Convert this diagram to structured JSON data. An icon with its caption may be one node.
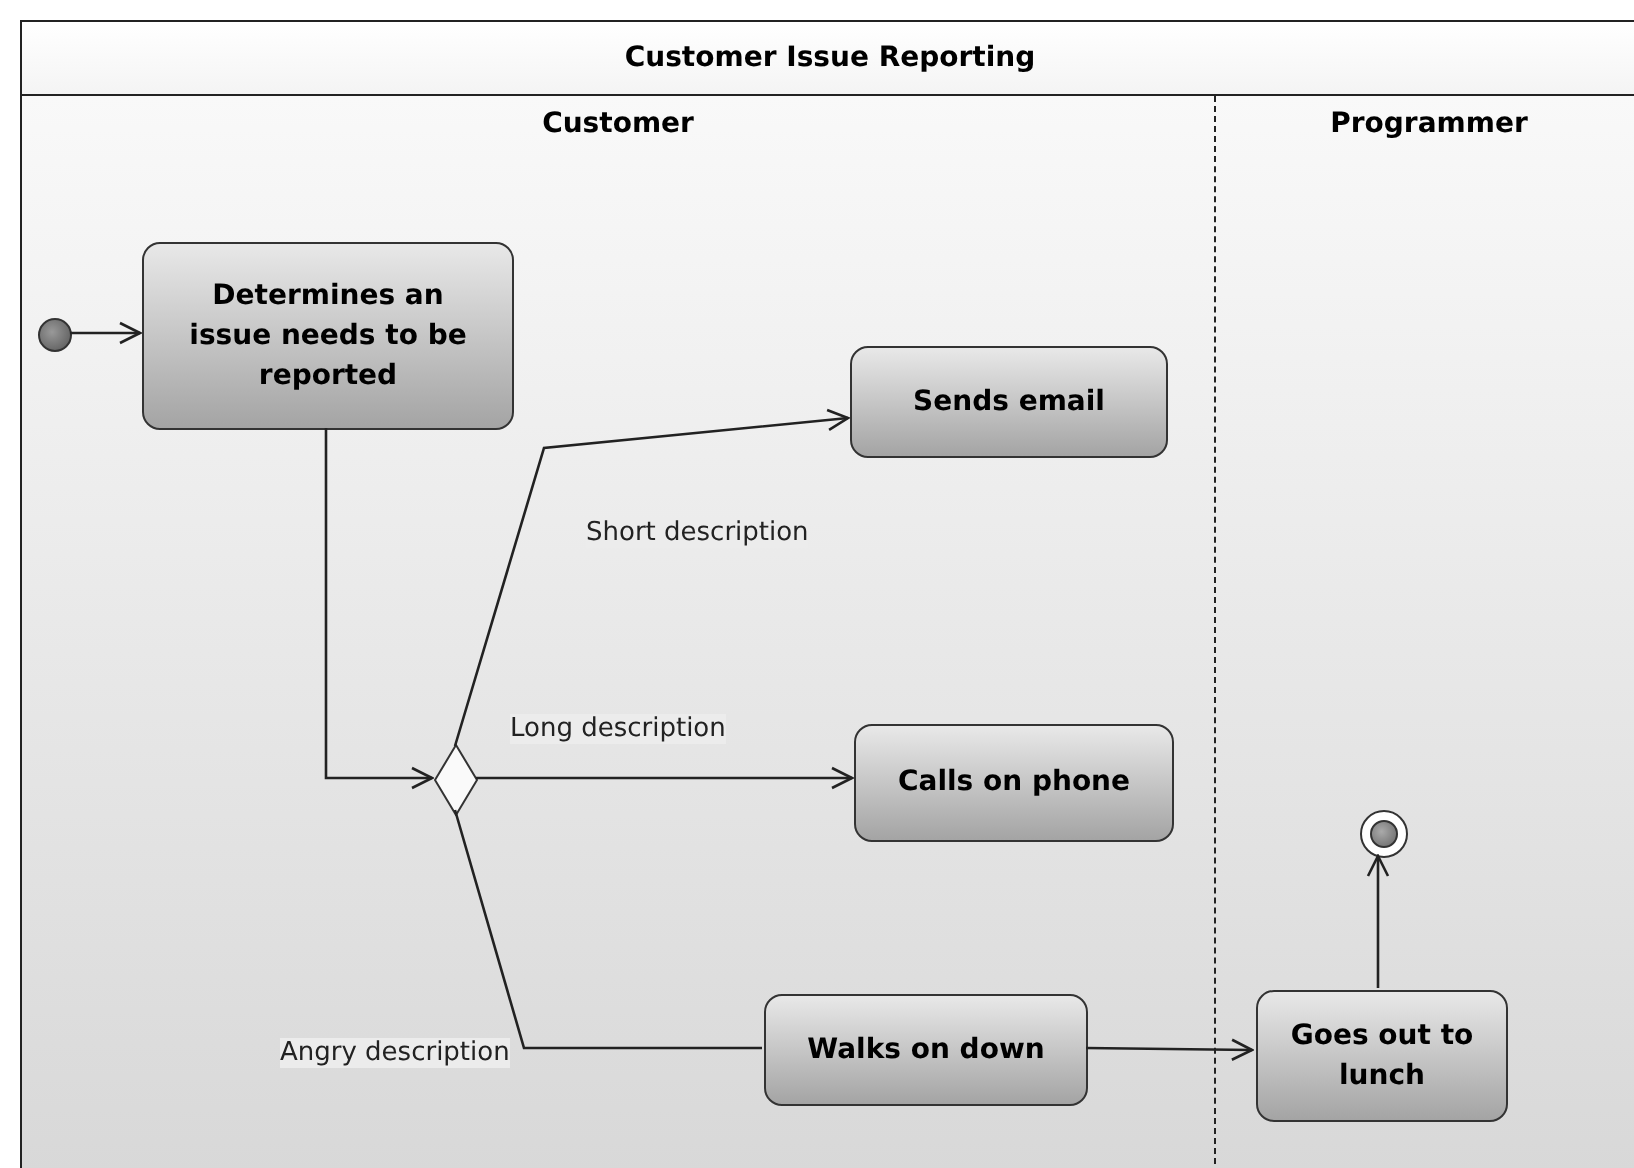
{
  "diagram": {
    "nodes": [
      {
        "text": [
          "Customer Issue Reporting"
        ]
      },
      {
        "text": [
          "Customer"
        ],
        "in": 0
      },
      {
        "text": [
          "Programmer"
        ],
        "in": 0
      },
      {
        "text": [],
        "shape": "circle",
        "in": 1
      },
      {
        "text": [
          "Determines an issue needs to be reported"
        ],
        "in": 1
      },
      {
        "text": [],
        "shape": "diamond",
        "in": 1
      },
      {
        "text": [
          "Sends email"
        ],
        "in": 1
      },
      {
        "text": [
          "Calls on phone"
        ],
        "in": 1
      },
      {
        "text": [
          "Walks on down"
        ],
        "in": 1
      },
      {
        "text": [
          "Goes out to lunch"
        ],
        "in": 2
      },
      {
        "text": [],
        "shape": "circle",
        "in": 2
      }
    ],
    "edges": [
      {
        "from": 3,
        "to": 4,
        "arrow": "to"
      },
      {
        "from": 4,
        "to": 5,
        "arrow": "to"
      },
      {
        "from": 5,
        "to": 6,
        "arrow": "to",
        "label": "Short description"
      },
      {
        "from": 5,
        "to": 7,
        "arrow": "to",
        "label": "Long description"
      },
      {
        "from": 5,
        "to": 8,
        "arrow": "none",
        "label": "Angry description"
      },
      {
        "from": 8,
        "to": 9,
        "arrow": "to"
      },
      {
        "from": 9,
        "to": 10,
        "arrow": "to"
      }
    ]
  }
}
